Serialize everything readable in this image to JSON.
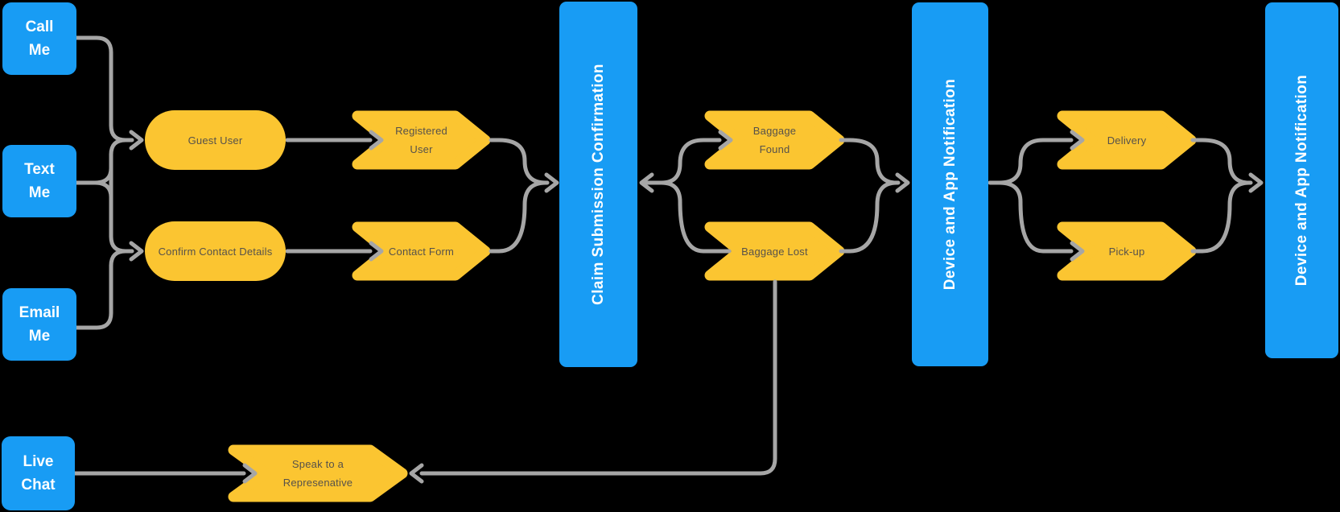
{
  "palette": {
    "background": "#000000",
    "blue": "#189CF4",
    "yellow": "#FBC531",
    "connector_gray": "#A6A6A6",
    "label_on_yellow": "#56514B",
    "label_on_blue": "#FFFFFF"
  },
  "channels": {
    "call": {
      "line1": "Call",
      "line2": "Me"
    },
    "text": {
      "line1": "Text",
      "line2": "Me"
    },
    "email": {
      "line1": "Email",
      "line2": "Me"
    },
    "live_chat": {
      "line1": "Live",
      "line2": "Chat"
    }
  },
  "nodes": {
    "guest_user": {
      "label": "Guest User"
    },
    "confirm_contact_details": {
      "label": "Confirm Contact Details"
    },
    "registered_user": {
      "line1": "Registered",
      "line2": "User"
    },
    "contact_form": {
      "label": "Contact Form"
    },
    "baggage_found": {
      "line1": "Baggage",
      "line2": "Found"
    },
    "baggage_lost": {
      "label": "Baggage Lost"
    },
    "delivery": {
      "label": "Delivery"
    },
    "pick_up": {
      "label": "Pick-up"
    },
    "speak_to_rep": {
      "line1": "Speak to a",
      "line2": "Represenative"
    }
  },
  "milestones": {
    "claim_submission": {
      "label": "Claim Submission Confirmation"
    },
    "device_app_notification_1": {
      "label": "Device and App Notification"
    },
    "device_app_notification_2": {
      "label": "Device and App Notification"
    }
  }
}
